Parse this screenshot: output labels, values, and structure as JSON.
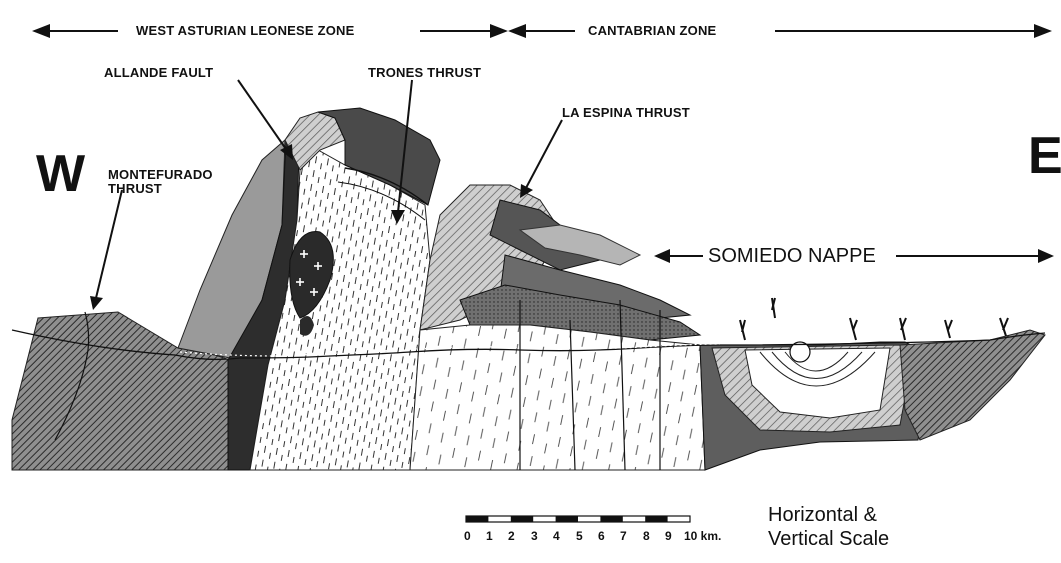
{
  "zones": {
    "west": "WEST ASTURIAN LEONESE ZONE",
    "cantabrian": "CANTABRIAN ZONE"
  },
  "faults": {
    "allande": "ALLANDE FAULT",
    "trones": "TRONES THRUST",
    "la_espina": "LA ESPINA THRUST",
    "montefurado_1": "MONTEFURADO",
    "montefurado_2": "THRUST"
  },
  "nappe": "SOMIEDO NAPPE",
  "orientation": {
    "west": "W",
    "east": "E"
  },
  "scale": {
    "ticks": [
      "0",
      "1",
      "2",
      "3",
      "4",
      "5",
      "6",
      "7",
      "8",
      "9",
      "10 km."
    ],
    "caption_1": "Horizontal &",
    "caption_2": "Vertical Scale"
  },
  "colors": {
    "ink": "#111111",
    "dark_unit": "#3a3a3a",
    "mid_unit": "#8a8a8a",
    "light_unit": "#bdbdbd",
    "paper": "#ffffff"
  }
}
